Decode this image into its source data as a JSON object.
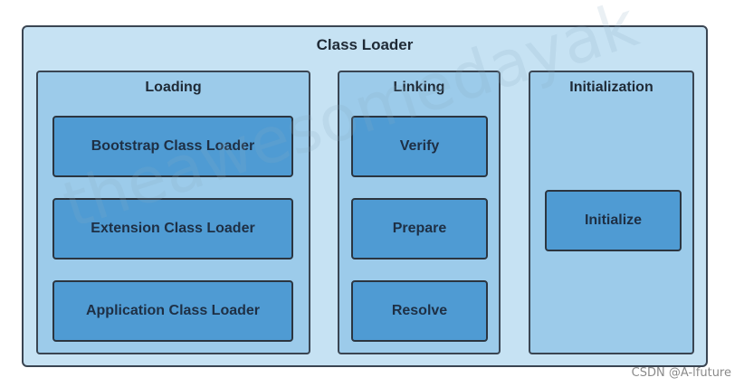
{
  "diagram": {
    "title": "Class Loader",
    "panels": {
      "loading": {
        "title": "Loading",
        "items": [
          "Bootstrap Class Loader",
          "Extension Class Loader",
          "Application Class Loader"
        ]
      },
      "linking": {
        "title": "Linking",
        "items": [
          "Verify",
          "Prepare",
          "Resolve"
        ]
      },
      "initialization": {
        "title": "Initialization",
        "items": [
          "Initialize"
        ]
      }
    }
  },
  "watermark": "theawesomedayak",
  "credit": "CSDN @A-lfuture",
  "colors": {
    "outer_bg": "#c6e2f3",
    "panel_bg": "#9ccbea",
    "box_bg": "#4f9bd3",
    "border": "#3a4552"
  }
}
